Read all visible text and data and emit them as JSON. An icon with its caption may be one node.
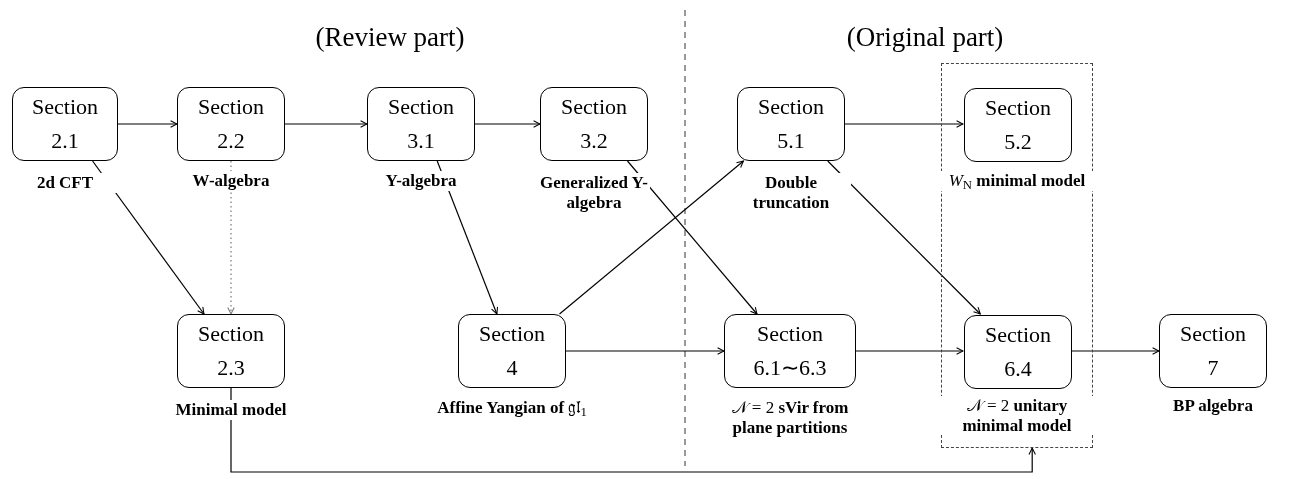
{
  "diagram": {
    "nodes": [
      {
        "text": [
          "Section 2.1"
        ],
        "beside": [
          "**2d CFT**"
        ]
      },
      {
        "text": [
          "Section 2.2"
        ],
        "beside": [
          "**W-algebra**"
        ]
      },
      {
        "text": [
          "Section 3.1"
        ],
        "beside": [
          "**Y-algebra**"
        ]
      },
      {
        "text": [
          "Section 3.2"
        ],
        "beside": [
          "**Generalized Y-algebra**"
        ]
      },
      {
        "text": [
          "Section 5.1"
        ],
        "beside": [
          "**Double truncation**"
        ]
      },
      {
        "text": [],
        "shape": "box"
      },
      {
        "text": [
          "Section 5.2"
        ],
        "in": 5,
        "beside": [
          "*W*$_{N}$ **minimal model**"
        ]
      },
      {
        "text": [
          "Section 2.3"
        ],
        "beside": [
          "**Minimal model**"
        ]
      },
      {
        "text": [
          "Section 4"
        ],
        "beside": [
          "**Affine Yangian of** 𝔤𝔩$_{1}$"
        ]
      },
      {
        "text": [
          "Section 6.1∼6.3"
        ],
        "beside": [
          "𝒩 = 2 **sVir from plane partitions**"
        ]
      },
      {
        "text": [
          "Section 6.4"
        ],
        "in": 5,
        "beside": [
          "𝒩 = 2 **unitary minimal model**"
        ]
      },
      {
        "text": [
          "Section 7"
        ],
        "beside": [
          "**BP algebra**"
        ]
      }
    ],
    "edges": [
      {
        "from": 0,
        "to": 1,
        "arrow": "to"
      },
      {
        "from": 1,
        "to": 2,
        "arrow": "to"
      },
      {
        "from": 2,
        "to": 3,
        "arrow": "to"
      },
      {
        "from": 4,
        "to": 6,
        "arrow": "to"
      },
      {
        "from": 0,
        "to": 7,
        "arrow": "to"
      },
      {
        "from": 1,
        "to": 7,
        "arrow": "to",
        "style": "dashed",
        "color": "#777777"
      },
      {
        "from": 2,
        "to": 8,
        "arrow": "to"
      },
      {
        "from": 8,
        "to": 4,
        "arrow": "to"
      },
      {
        "from": 3,
        "to": 9,
        "arrow": "to"
      },
      {
        "from": 4,
        "to": 10,
        "arrow": "to"
      },
      {
        "from": 8,
        "to": 9,
        "arrow": "to"
      },
      {
        "from": 9,
        "to": 10,
        "arrow": "to"
      },
      {
        "from": 10,
        "to": 11,
        "arrow": "to"
      },
      {
        "from": 7,
        "to": 5,
        "arrow": "to"
      }
    ],
    "labels": [
      "(Review part)",
      "(Original part)"
    ]
  }
}
